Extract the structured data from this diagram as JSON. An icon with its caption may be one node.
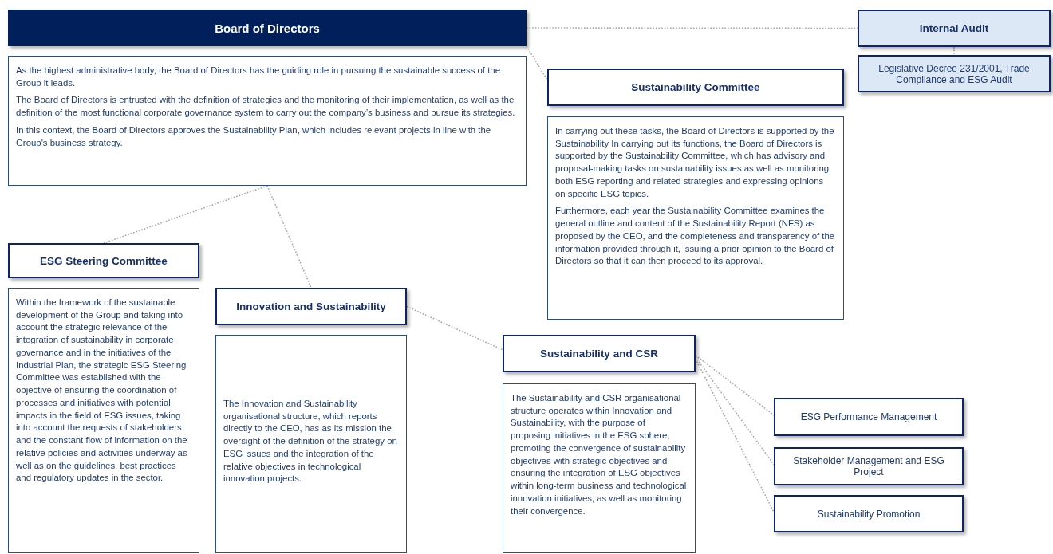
{
  "diagram": {
    "nodes": [
      {
        "text": [
          "Board of Directors"
        ]
      },
      {
        "text": [
          "As the highest administrative body, the Board of Directors has the guiding role in pursuing the sustainable success of the Group it leads.",
          "The Board of Directors is entrusted with the definition of strategies and the monitoring of their implementation, as well as the definition of the most functional corporate governance system to carry out the company’s business and pursue its strategies.",
          "In this context, the Board of Directors approves the Sustainability Plan, which includes relevant projects in line with the Group's business strategy."
        ]
      },
      {
        "text": [
          "Internal Audit"
        ]
      },
      {
        "text": [
          "Legislative Decree 231/2001, Trade Compliance and ESG Audit"
        ]
      },
      {
        "text": [
          "Sustainability Committee"
        ]
      },
      {
        "text": [
          "In carrying out these tasks, the Board of Directors is supported by the Sustainability In carrying out its functions, the Board of Directors is supported by the Sustainability Committee, which has advisory and proposal-making tasks on sustainability issues as well as monitoring both ESG reporting and related strategies and expressing opinions on specific ESG topics.",
          "Furthermore, each year the Sustainability Committee examines the general outline and content of the Sustainability Report (NFS) as proposed by the CEO, and the completeness and transparency of the information provided through it, issuing a prior opinion to the Board of Directors so that it can then proceed to its approval."
        ]
      },
      {
        "text": [
          "ESG Steering Committee"
        ]
      },
      {
        "text": [
          "Within the framework of the sustainable development of the Group and taking into account the strategic relevance of the integration of sustainability in corporate governance and in the initiatives of the Industrial Plan, the strategic ESG Steering Committee was established with the objective of ensuring the coordination of processes and initiatives with potential impacts in the field of ESG issues, taking into account the requests of stakeholders and the constant flow of information on the relative policies and activities underway as well as on the guidelines, best practices and regulatory updates in the sector."
        ]
      },
      {
        "text": [
          "Innovation and Sustainability"
        ]
      },
      {
        "text": [
          "The Innovation and Sustainability organisational structure, which reports directly to the CEO, has as its mission the oversight of the definition of the strategy on ESG issues and the integration of the relative objectives in technological innovation projects."
        ]
      },
      {
        "text": [
          "Sustainability and CSR"
        ]
      },
      {
        "text": [
          "The Sustainability and CSR organisational structure operates within Innovation and Sustainability, with the purpose of proposing initiatives in the ESG sphere, promoting the convergence of sustainability objectives with strategic objectives and ensuring the integration of ESG objectives within long-term business and technological innovation initiatives, as well as monitoring their convergence."
        ]
      },
      {
        "text": [
          "ESG Performance Management"
        ]
      },
      {
        "text": [
          "Stakeholder Management and ESG Project"
        ]
      },
      {
        "text": [
          "Sustainability Promotion"
        ]
      }
    ],
    "edges": [
      {
        "from": 0,
        "to": 2,
        "arrow": "none"
      },
      {
        "from": 0,
        "to": 4,
        "arrow": "none"
      },
      {
        "from": 2,
        "to": 3,
        "arrow": "none"
      },
      {
        "from": 1,
        "to": 6,
        "arrow": "none"
      },
      {
        "from": 1,
        "to": 8,
        "arrow": "none"
      },
      {
        "from": 8,
        "to": 10,
        "arrow": "none"
      },
      {
        "from": 10,
        "to": 12,
        "arrow": "none"
      },
      {
        "from": 10,
        "to": 13,
        "arrow": "none"
      },
      {
        "from": 10,
        "to": 14,
        "arrow": "none"
      }
    ]
  }
}
